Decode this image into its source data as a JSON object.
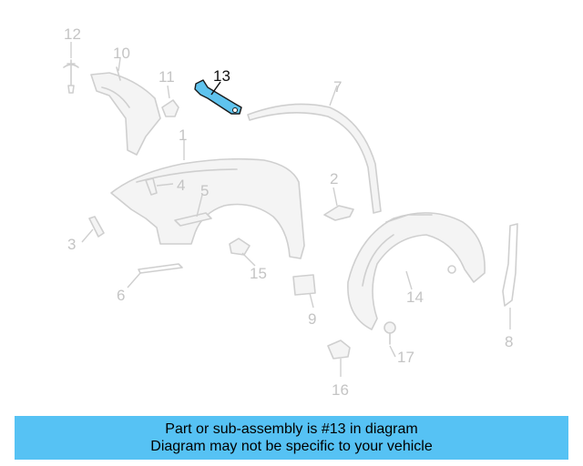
{
  "highlight": {
    "part_number": "13",
    "color": "#56c2f4"
  },
  "callouts": [
    "1",
    "2",
    "3",
    "4",
    "5",
    "6",
    "7",
    "8",
    "9",
    "10",
    "11",
    "12",
    "13",
    "14",
    "15",
    "16",
    "17"
  ],
  "banner": {
    "line1": "Part or sub-assembly is #13 in diagram",
    "line2": "Diagram may not be specific to your vehicle"
  }
}
